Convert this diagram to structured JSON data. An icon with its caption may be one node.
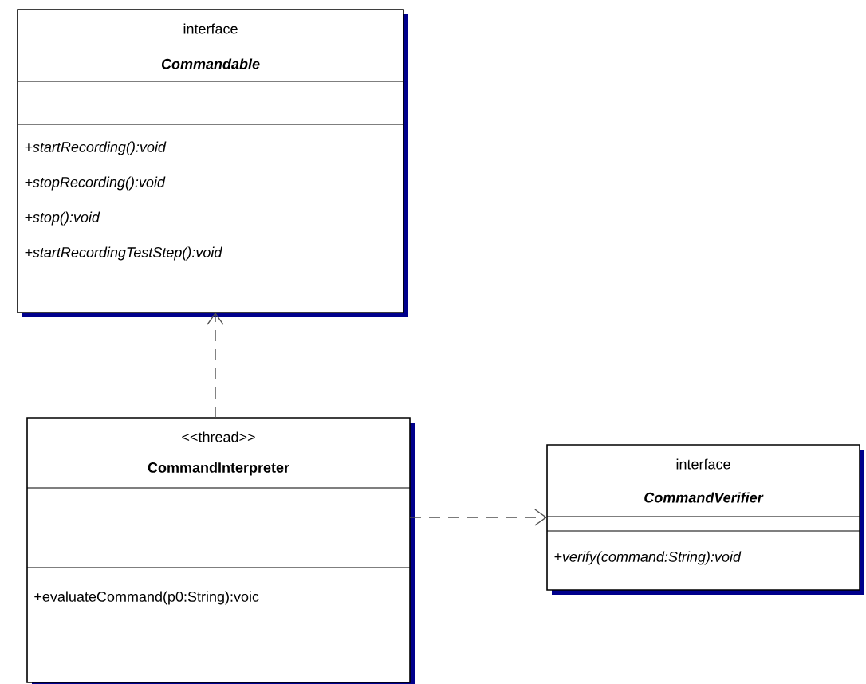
{
  "diagram": {
    "nodes": [
      {
        "text": [
          "interface",
          "Commandable",
          "+startRecording():void",
          "+stopRecording():void",
          "+stop():void",
          "+startRecordingTestStep():void"
        ]
      },
      {
        "text": [
          "<<thread>>",
          "CommandInterpreter",
          "+evaluateCommand(p0:String):voic"
        ]
      },
      {
        "text": [
          "interface",
          "CommandVerifier",
          "+verify(command:String):void"
        ]
      }
    ],
    "edges": [
      {
        "from": 1,
        "to": 0,
        "arrow": "to",
        "style": "dashed"
      },
      {
        "from": 1,
        "to": 2,
        "arrow": "to",
        "style": "dashed"
      }
    ]
  }
}
